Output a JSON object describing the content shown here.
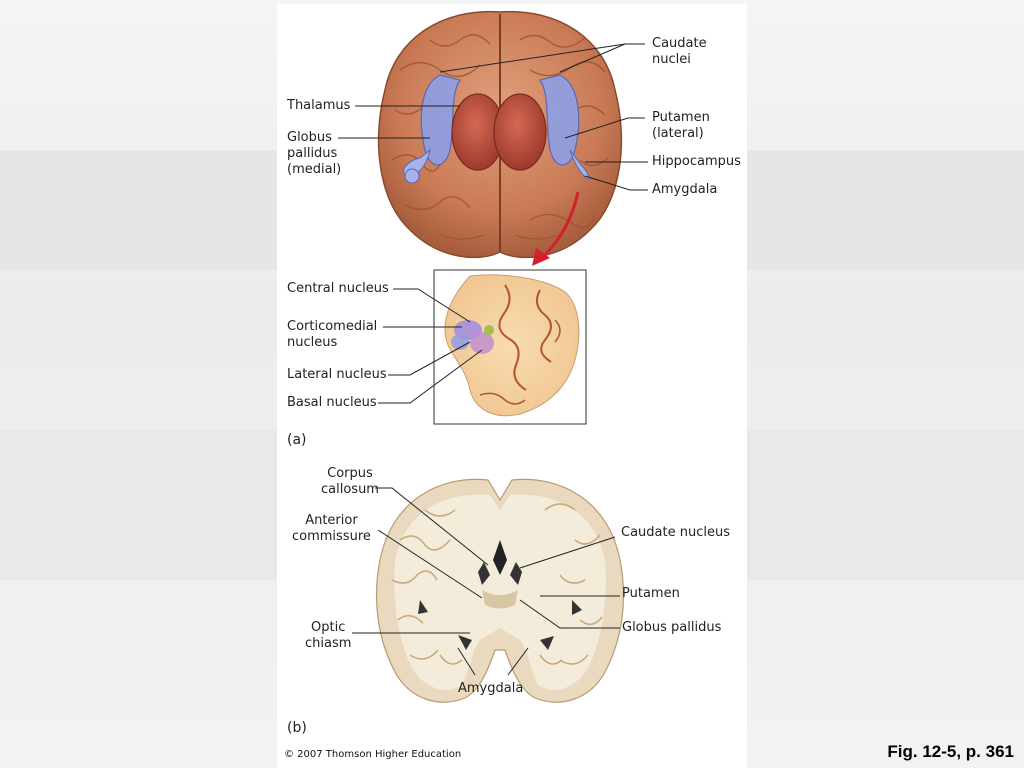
{
  "figure": {
    "caption": "Fig. 12-5, p. 361",
    "copyright": "© 2007 Thomson Higher Education",
    "panel_a_label": "(a)",
    "panel_b_label": "(b)"
  },
  "panel_a_top": {
    "caudate_nuclei": "Caudate\nnuclei",
    "thalamus": "Thalamus",
    "globus_pallidus": "Globus\npallidus\n(medial)",
    "putamen": "Putamen\n(lateral)",
    "hippocampus": "Hippocampus",
    "amygdala": "Amygdala"
  },
  "panel_a_inset": {
    "central_nucleus": "Central nucleus",
    "corticomedial_nucleus": "Corticomedial\nnucleus",
    "lateral_nucleus": "Lateral nucleus",
    "basal_nucleus": "Basal nucleus"
  },
  "panel_b": {
    "corpus_callosum": "Corpus\ncallosum",
    "anterior_commissure": "Anterior\ncommissure",
    "optic_chiasm": "Optic\nchiasm",
    "caudate_nucleus": "Caudate nucleus",
    "putamen": "Putamen",
    "globus_pallidus": "Globus pallidus",
    "amygdala": "Amygdala"
  },
  "colors": {
    "brain_surface": "#c97a55",
    "thalamus": "#b84a3a",
    "basal_ganglia": "#8f9ee0",
    "section_tissue": "#e8d9bf",
    "arrow": "#d41f2f"
  }
}
